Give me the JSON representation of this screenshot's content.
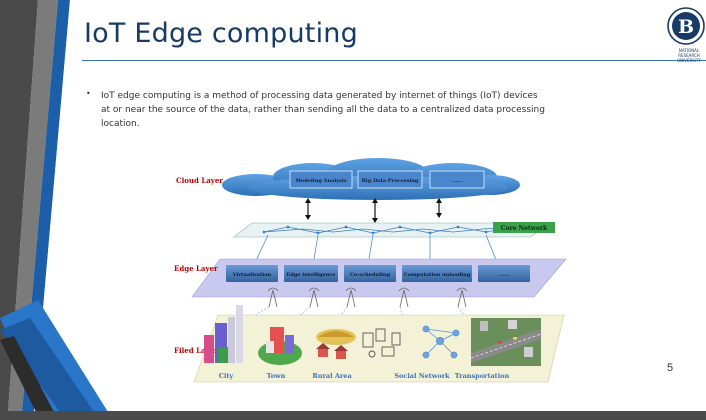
{
  "slide": {
    "title": "IoT Edge computing",
    "bullet": "IoT edge computing is a method of processing data generated by internet of things (IoT) devices at or near the source of the data, rather than sending all the data to a centralized data processing location.",
    "page_number": "5"
  },
  "logo": {
    "monogram": "B",
    "caption": "NATIONAL RESEARCH UNIVERSITY"
  },
  "figure": {
    "layers": {
      "cloud": "Cloud Layer",
      "edge": "Edge Layer",
      "field": "Filed Layer"
    },
    "cloud_boxes": [
      "Modeling Analysis",
      "Big Data Processing",
      "......"
    ],
    "core_network": "Core Network",
    "edge_boxes": [
      "Virtualization",
      "Edge intelligence",
      "Co-scheduling",
      "Computation unloading",
      "......"
    ],
    "field_labels": [
      "City",
      "Town",
      "Rural Area",
      "Social Network",
      "Transportation"
    ]
  },
  "colors": {
    "title": "#173a67",
    "rule": "#3b73b9",
    "layer_label": "#c00000",
    "core_network_bg": "#3aa04a",
    "cloud": "#3d86cf",
    "edge_box": "#4a7ec2",
    "field_label": "#3a6fbf"
  }
}
